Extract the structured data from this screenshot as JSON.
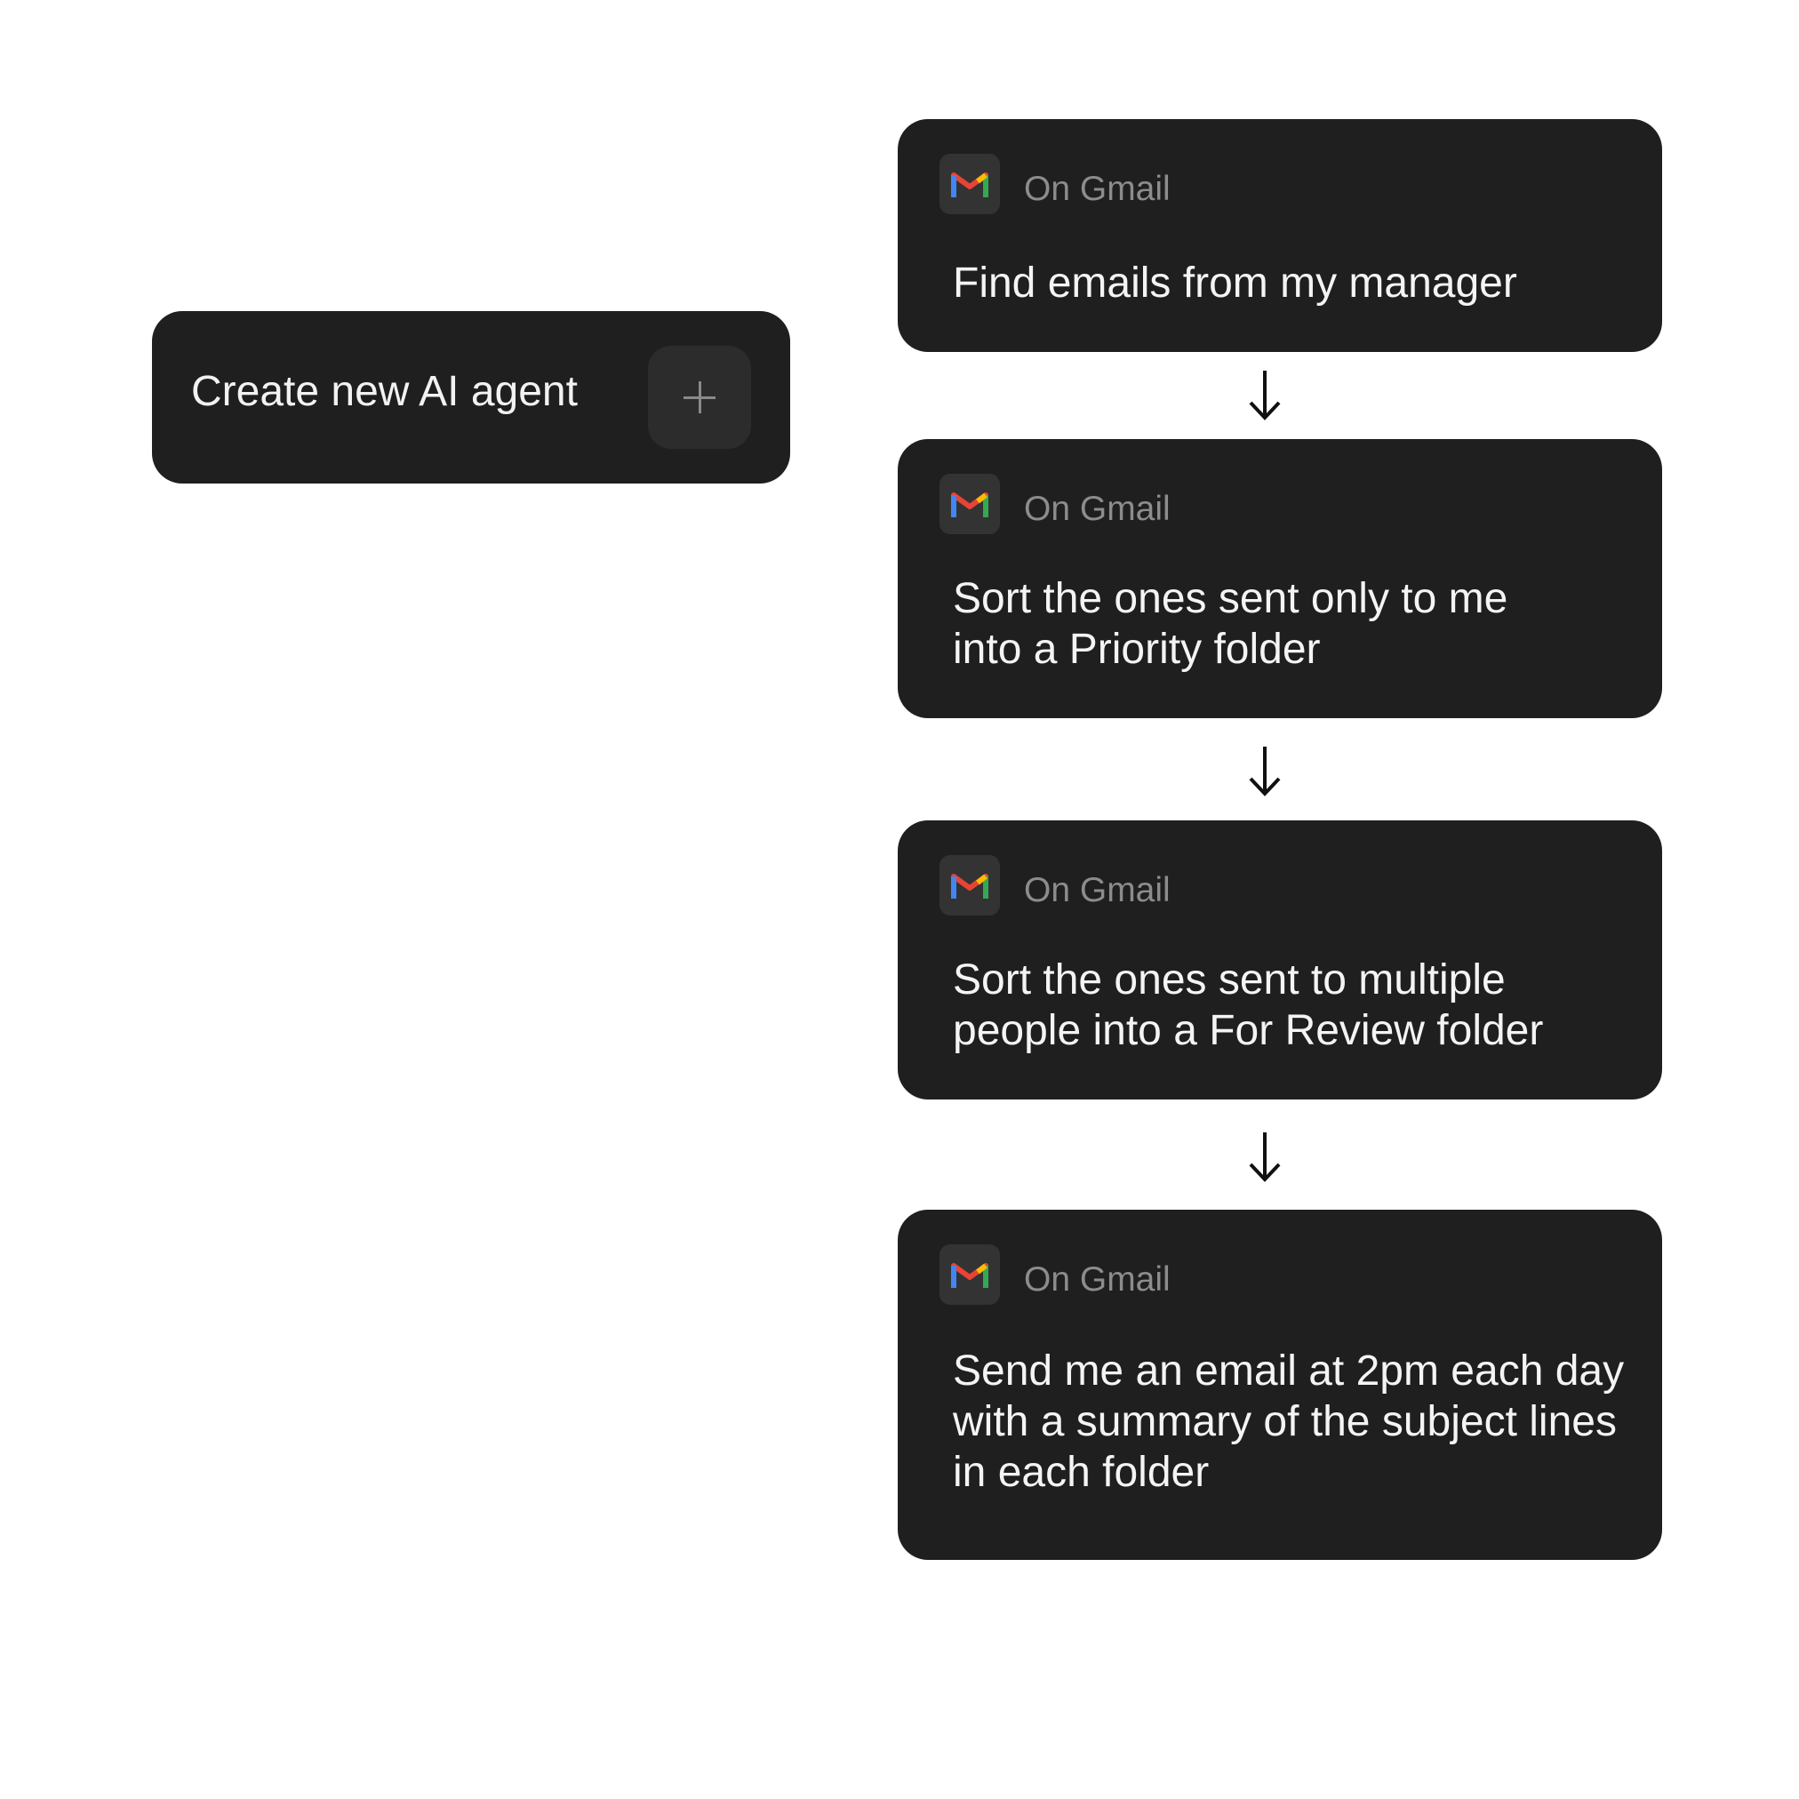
{
  "create_agent": {
    "label": "Create new AI agent",
    "plus_icon": "plus-icon"
  },
  "steps": [
    {
      "app": "On Gmail",
      "icon": "gmail-icon",
      "text": "Find emails from my manager"
    },
    {
      "app": "On Gmail",
      "icon": "gmail-icon",
      "text": "Sort the ones sent only to me into a Priority folder"
    },
    {
      "app": "On Gmail",
      "icon": "gmail-icon",
      "text": "Sort the ones sent to multiple people into a For Review folder"
    },
    {
      "app": "On Gmail",
      "icon": "gmail-icon",
      "text": "Send me an email at 2pm each day with a summary of the subject lines in each folder"
    }
  ],
  "colors": {
    "card_bg": "#1f1f1f",
    "gmail_red": "#ea4335",
    "gmail_blue": "#4285f4",
    "gmail_green": "#34a853",
    "gmail_yellow": "#fbbc04"
  }
}
